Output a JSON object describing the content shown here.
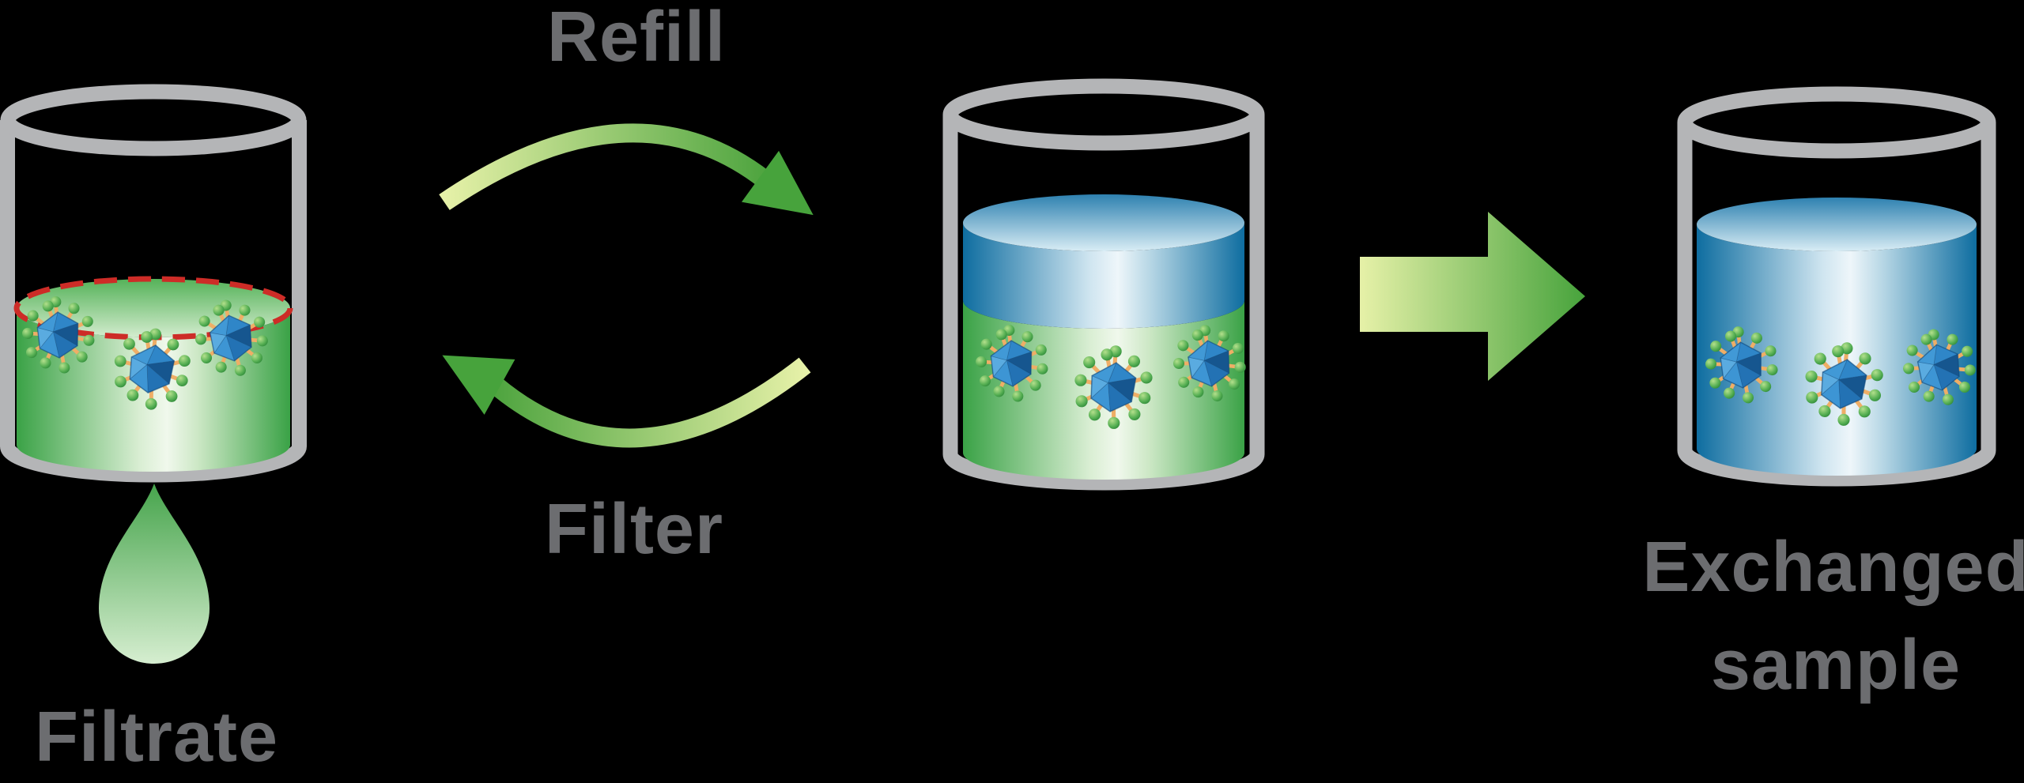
{
  "labels": {
    "refill": "Refill",
    "filter": "Filter",
    "filtrate": "Filtrate",
    "exchanged_sample_line1": "Exchanged",
    "exchanged_sample_line2": "sample"
  },
  "colors": {
    "background": "#000000",
    "beaker_glass_gray": "#b4b5b7",
    "label_text_gray": "#6c6d70",
    "level_marker_red": "#cd2c27",
    "green_buffer_dark": "#3aa246",
    "green_buffer_light": "#f0f8ec",
    "blue_buffer_dark": "#0e6da0",
    "blue_buffer_light": "#eef6fa",
    "arrow_gradient_light": "#e6f1a8",
    "arrow_gradient_dark": "#47a33c",
    "virus_capsid_blue": "#2f86c8",
    "virus_spike_tan": "#efae66",
    "virus_receptor_green": "#57b054"
  },
  "beakers": [
    {
      "name": "starting-sample",
      "liquid_layers": [
        "green-buffer"
      ],
      "level_marker": "red-dashed-line",
      "particle_count": 3
    },
    {
      "name": "refilled-sample",
      "liquid_layers": [
        "blue-buffer-top",
        "green-buffer-bottom"
      ],
      "level_marker": null,
      "particle_count": 3
    },
    {
      "name": "exchanged-sample",
      "liquid_layers": [
        "blue-buffer"
      ],
      "level_marker": null,
      "particle_count": 3
    }
  ],
  "process_cycle": {
    "top_arrow": "Refill",
    "bottom_arrow": "Filter",
    "waste_output": "Filtrate",
    "final_output": "Exchanged sample"
  }
}
